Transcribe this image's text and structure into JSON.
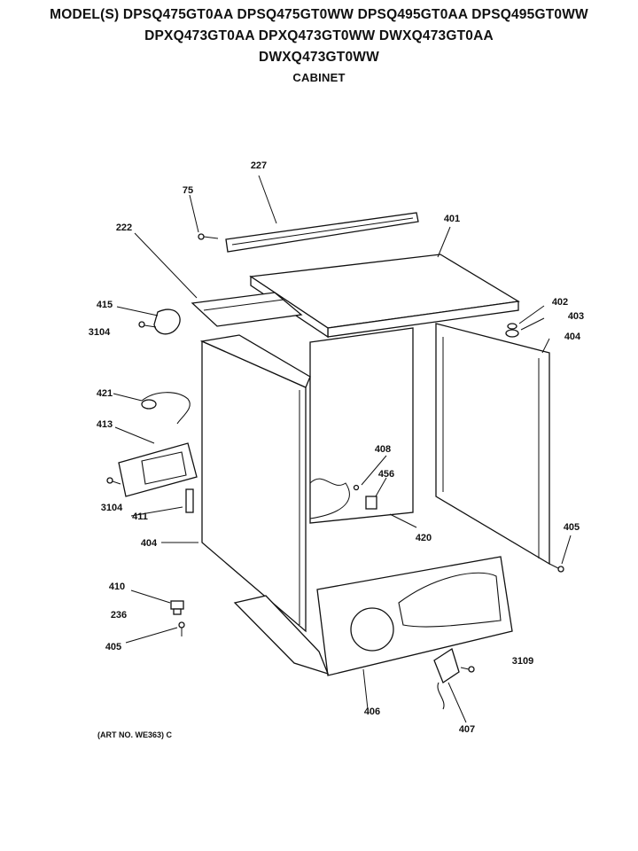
{
  "header": {
    "models_line1": "MODEL(S) DPSQ475GT0AA  DPSQ475GT0WW  DPSQ495GT0AA  DPSQ495GT0WW",
    "models_line2": "DPXQ473GT0AA  DPXQ473GT0WW  DWXQ473GT0AA",
    "models_line3": "DWXQ473GT0WW",
    "section_title": "CABINET"
  },
  "parts": {
    "p227": "227",
    "p75": "75",
    "p222": "222",
    "p401": "401",
    "p415": "415",
    "p3104_top": "3104",
    "p402": "402",
    "p403": "403",
    "p404_right": "404",
    "p421": "421",
    "p413": "413",
    "p408_upper": "408",
    "p456": "456",
    "p3104_left": "3104",
    "p411": "411",
    "p404_left": "404",
    "p420": "420",
    "p405_right": "405",
    "p410": "410",
    "p236": "236",
    "p405_left": "405",
    "p3109": "3109",
    "p406": "406",
    "p407": "407"
  },
  "footer": {
    "art_number": "(ART NO. WE363) C"
  }
}
